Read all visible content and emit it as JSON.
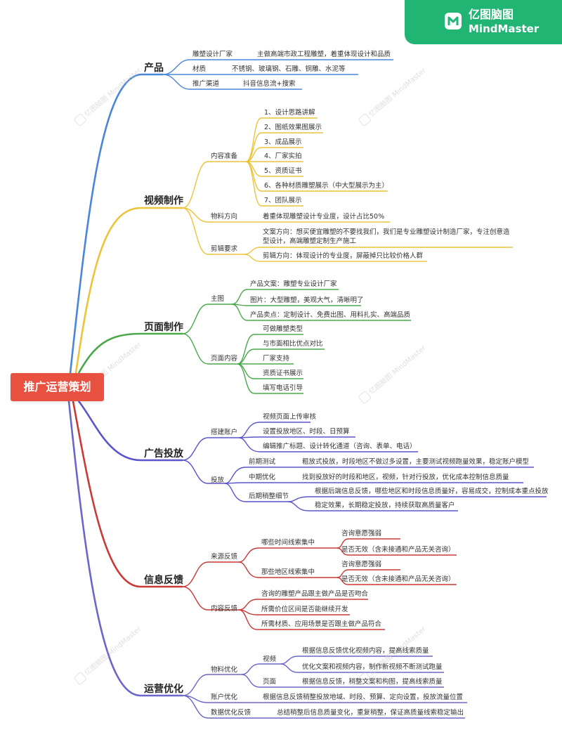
{
  "brand": {
    "cn": "亿图脑图",
    "en": "MindMaster"
  },
  "central": "推广运营策划",
  "watermark": "亿图脑图 MindMaster",
  "branches": {
    "product": {
      "label": "产品",
      "rows": [
        {
          "key": "雕塑设计厂家",
          "value": "主做高端市政工程雕塑，着重体现设计和品质"
        },
        {
          "key": "材质",
          "value": "不锈钢、玻璃钢、石雕、铜雕、水泥等"
        },
        {
          "key": "推广渠道",
          "value": "抖音信息流+搜索"
        }
      ]
    },
    "video": {
      "label": "视频制作",
      "content_prep": {
        "label": "内容准备",
        "items": [
          "1、设计思路讲解",
          "2、图纸效果图展示",
          "3、成品展示",
          "4、厂家实拍",
          "5、资质证书",
          "6、各种材质雕塑展示（中大型展示为主）",
          "7、团队展示"
        ]
      },
      "material_direction": {
        "label": "物料方向",
        "value": "着重体现雕塑设计专业度，设计占比50%"
      },
      "editing": {
        "label": "剪辑要求",
        "copy_line1": "文案方向：想买便宜雕塑的不要找我们，我们是专业雕塑设计制造厂家，专注创意造",
        "copy_line2": "型设计，高端雕塑定制生产施工",
        "cut": "剪辑方向：体现设计的专业度，屏蔽掉只比较价格人群"
      }
    },
    "page": {
      "label": "页面制作",
      "main_image": {
        "label": "主图",
        "items": [
          "产品文案：雕塑专业设计厂家",
          "图片：大型雕塑，美观大气，清晰明了",
          "产品卖点：定制设计、免费出图、用料扎实、高端品质"
        ]
      },
      "page_content": {
        "label": "页面内容",
        "items": [
          "可做雕塑类型",
          "与市面相比优点对比",
          "厂家支持",
          "资质证书展示",
          "填写电话引导"
        ]
      }
    },
    "ads": {
      "label": "广告投放",
      "setup": {
        "label": "搭建账户",
        "items": [
          "视频页面上传审核",
          "设置投放地区、时段、日预算",
          "编辑推广标题、设计转化通道（咨询、表单、电话）"
        ]
      },
      "launch": {
        "label": "投放",
        "early": {
          "label": "前期测试",
          "value": "粗放式投放，时段地区不做过多设置，主要测试视频跑量效果，稳定账户模型"
        },
        "mid": {
          "label": "中期优化",
          "value": "找到投放好的时段和地区，视频，针对行投放，优化成本控制信息质量"
        },
        "late": {
          "label": "后期稍整细节",
          "items": [
            "根据后端信息反馈，哪些地区和时段信息质量好，容易成交，控制成本重点投放",
            "稳定效果，长期稳定投放，持续获取高质量客户"
          ]
        }
      }
    },
    "feedback": {
      "label": "信息反馈",
      "source": {
        "label": "来源反馈",
        "time": {
          "label": "哪些时间线索集中",
          "items": [
            "咨询意愿强弱",
            "是否无效（含未接通和产品无关咨询）"
          ]
        },
        "region": {
          "label": "那些地区线索集中",
          "items": [
            "咨询意愿强弱",
            "是否无效（含未接通和产品无关咨询）"
          ]
        }
      },
      "content": {
        "label": "内容反馈",
        "items": [
          "咨询的雕塑产品跟主做产品是否吻合",
          "所需价位区间是否能继续开发",
          "所需材质、应用场景是否跟主做产品符合"
        ]
      }
    },
    "ops": {
      "label": "运营优化",
      "material": {
        "label": "物料优化",
        "video": {
          "label": "视频",
          "items": [
            "根据信息反馈优化视频内容，提高线索质量",
            "优化文案和视频内容，制作新视频不断测试跑量"
          ]
        },
        "page": {
          "label": "页面",
          "value": "根据信息反馈，稍整文案和构图，提高线索质量"
        }
      },
      "account": {
        "label": "账户优化",
        "value": "根据信息反馈稍整投放地域、时段、预算、定向设置，投放流量位置"
      },
      "data": {
        "label": "数据优化反馈",
        "value": "总结稍整后信息质量变化，重复稍整，保证高质量线索稳定输出"
      }
    }
  },
  "colors": {
    "product": "#4a86d8",
    "video": "#ecc43b",
    "page": "#4aa84c",
    "ads": "#5a55cc",
    "feedback": "#c93a36",
    "ops": "#6b66c9",
    "central": "#e8503f",
    "brand": "#21b573"
  }
}
